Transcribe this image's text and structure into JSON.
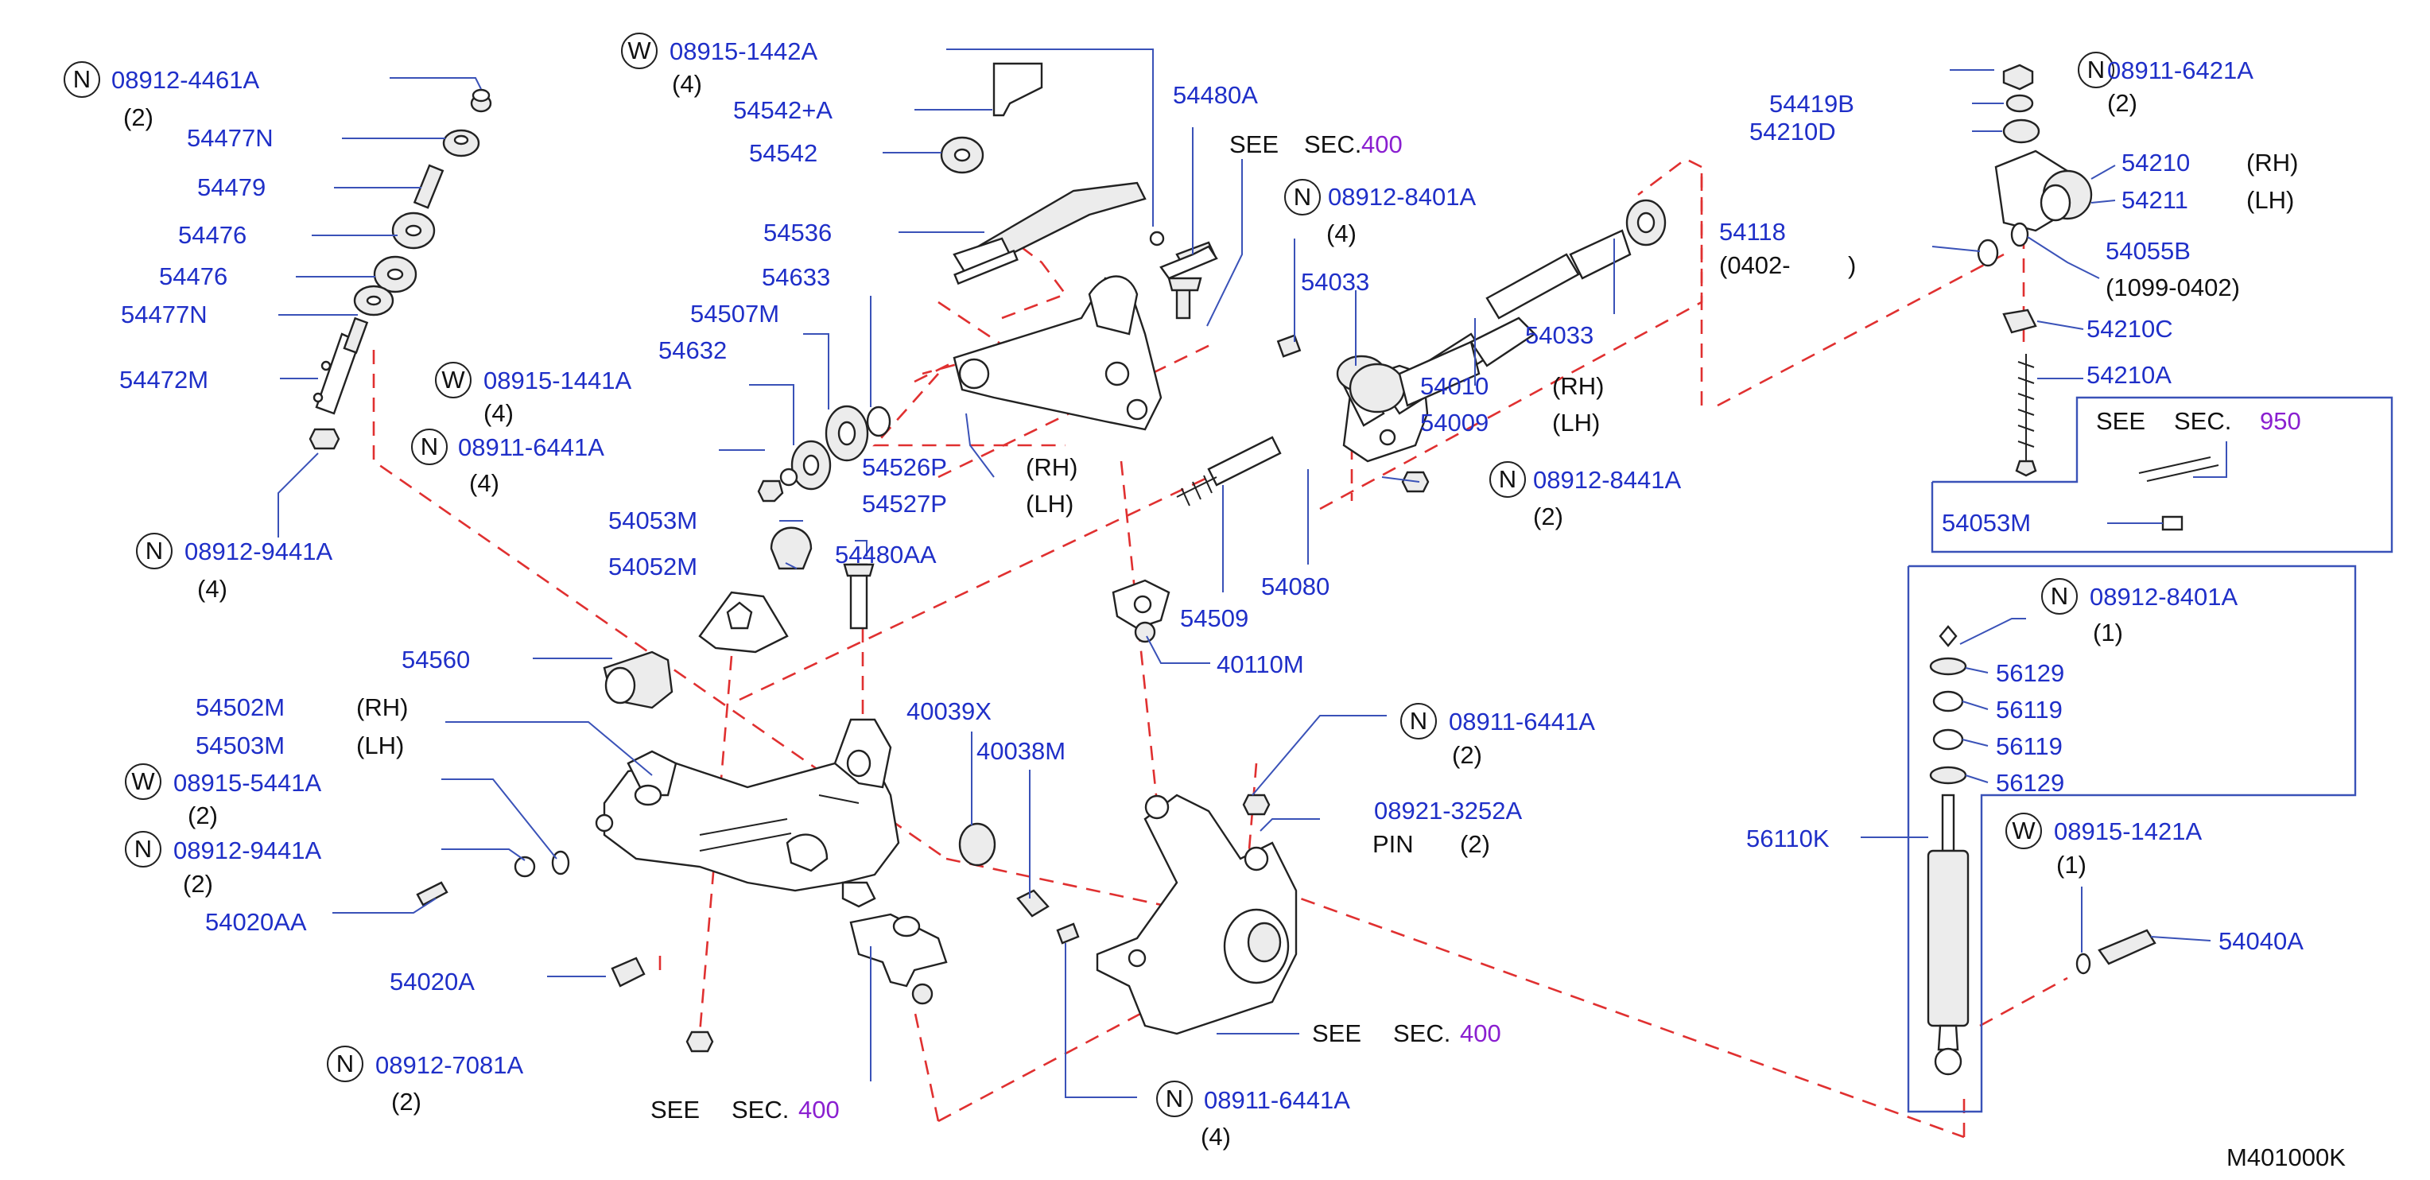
{
  "diagram_id": "M401000K",
  "see_label": "SEE",
  "sec_label": "SEC.",
  "sec_numbers": {
    "a": "400",
    "b": "400",
    "c": "400",
    "d": "950"
  },
  "pin_label": "PIN",
  "rh": "(RH)",
  "lh": "(LH)",
  "symbols": {
    "n": "N",
    "w": "W"
  },
  "labels": {
    "p08912_4461A": "08912-4461A",
    "q2a": "(2)",
    "p54477N_a": "54477N",
    "p54479": "54479",
    "p54476_a": "54476",
    "p54476_b": "54476",
    "p54477N_b": "54477N",
    "p54472M": "54472M",
    "p08912_9441A_a": "08912-9441A",
    "q4a": "(4)",
    "p08915_1442A": "08915-1442A",
    "q4b": "(4)",
    "p54542A": "54542+A",
    "p54542": "54542",
    "p54536": "54536",
    "p54633": "54633",
    "p54507M": "54507M",
    "p54632": "54632",
    "p08915_1441A": "08915-1441A",
    "q4c": "(4)",
    "p08911_6441A_a": "08911-6441A",
    "q4d": "(4)",
    "p54526P": "54526P",
    "p54527P": "54527P",
    "p54480A": "54480A",
    "p08912_8401A_a": "08912-8401A",
    "q4e": "(4)",
    "p54033_a": "54033",
    "p54033_b": "54033",
    "p54118": "54118",
    "p54118_range_start": "(0402-",
    "p54118_range_end": ")",
    "p54010": "54010",
    "p54009": "54009",
    "p08912_8441A": "08912-8441A",
    "q2b": "(2)",
    "p54509": "54509",
    "p54080": "54080",
    "p08911_6421A": "08911-6421A",
    "q2c": "(2)",
    "p54419B": "54419B",
    "p54210D": "54210D",
    "p54210": "54210",
    "p54211": "54211",
    "p54055B": "54055B",
    "p54055B_range": "(1099-0402)",
    "p54210C": "54210C",
    "p54210A": "54210A",
    "p54053M_a": "54053M",
    "p54053M_b": "54053M",
    "p54052M": "54052M",
    "p54480AA": "54480AA",
    "p40110M": "40110M",
    "p54560": "54560",
    "p54502M": "54502M",
    "p54503M": "54503M",
    "p08915_5441A": "08915-5441A",
    "q2d": "(2)",
    "p08912_9441A_b": "08912-9441A",
    "q2e": "(2)",
    "p54020AA": "54020AA",
    "p54020A": "54020A",
    "p08912_7081A": "08912-7081A",
    "q2f": "(2)",
    "p40039X": "40039X",
    "p40038M": "40038M",
    "p08911_6441A_b": "08911-6441A",
    "q2g": "(2)",
    "p08921_3252A": "08921-3252A",
    "q2h": "(2)",
    "p08911_6441A_c": "08911-6441A",
    "q4f": "(4)",
    "p08912_8401A_b": "08912-8401A",
    "q1a": "(1)",
    "p56129_a": "56129",
    "p56119_a": "56119",
    "p56119_b": "56119",
    "p56129_b": "56129",
    "p56110K": "56110K",
    "p08915_1421A": "08915-1421A",
    "q1b": "(1)",
    "p54040A": "54040A"
  }
}
